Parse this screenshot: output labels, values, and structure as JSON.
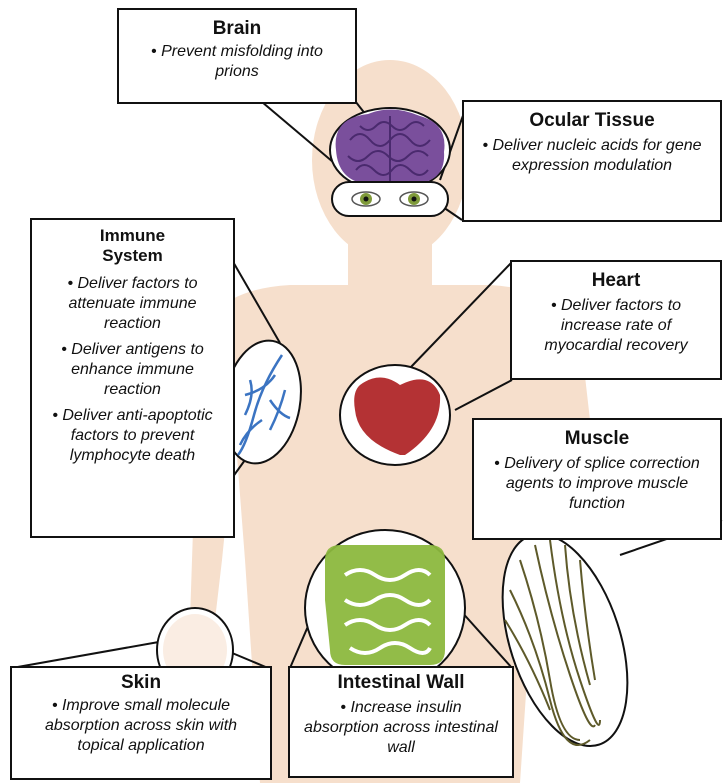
{
  "colors": {
    "body": "#f6dfcc",
    "brain": "#7a4f9c",
    "heart": "#b43234",
    "intestine": "#8cb83e",
    "vessel": "#3b74c2",
    "muscle_fiber": "#5e5a2a",
    "iris": "#7f9a3a"
  },
  "organs": {
    "brain": {
      "title": "Brain",
      "items": [
        "• Prevent misfolding into prions"
      ]
    },
    "ocular": {
      "title": "Ocular Tissue",
      "items": [
        "• Deliver nucleic acids for gene expression modulation"
      ]
    },
    "immune": {
      "title": "Immune System",
      "items": [
        "• Deliver factors to attenuate immune reaction",
        "• Deliver antigens to enhance immune reaction",
        "• Deliver anti-apoptotic factors to prevent lymphocyte death"
      ]
    },
    "heart": {
      "title": "Heart",
      "items": [
        "• Deliver factors to increase rate of myocardial recovery"
      ]
    },
    "muscle": {
      "title": "Muscle",
      "items": [
        "• Delivery of splice correction agents to improve muscle function"
      ]
    },
    "skin": {
      "title": "Skin",
      "items": [
        "• Improve small molecule absorption across skin with topical application"
      ]
    },
    "intestinal": {
      "title": "Intestinal Wall",
      "items": [
        "• Increase insulin absorption across intestinal wall"
      ]
    }
  }
}
